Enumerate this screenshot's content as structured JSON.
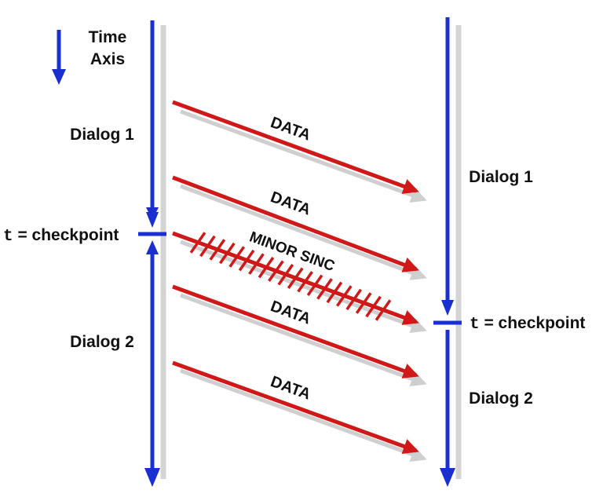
{
  "time_axis": {
    "line1": "Time",
    "line2": "Axis"
  },
  "left": {
    "dialog1": "Dialog 1",
    "checkpoint_t": "t",
    "checkpoint_rest": " = checkpoint",
    "dialog2": "Dialog 2"
  },
  "right": {
    "dialog1": "Dialog 1",
    "checkpoint_t": "t",
    "checkpoint_rest": " = checkpoint",
    "dialog2": "Dialog 2"
  },
  "messages": [
    {
      "label": "DATA"
    },
    {
      "label": "DATA"
    },
    {
      "label": "MINOR SINC"
    },
    {
      "label": "DATA"
    },
    {
      "label": "DATA"
    }
  ],
  "colors": {
    "timeline": "#1a2fcf",
    "data_arrow": "#d01818",
    "shadow": "#c8c8c8",
    "text": "#111111"
  }
}
